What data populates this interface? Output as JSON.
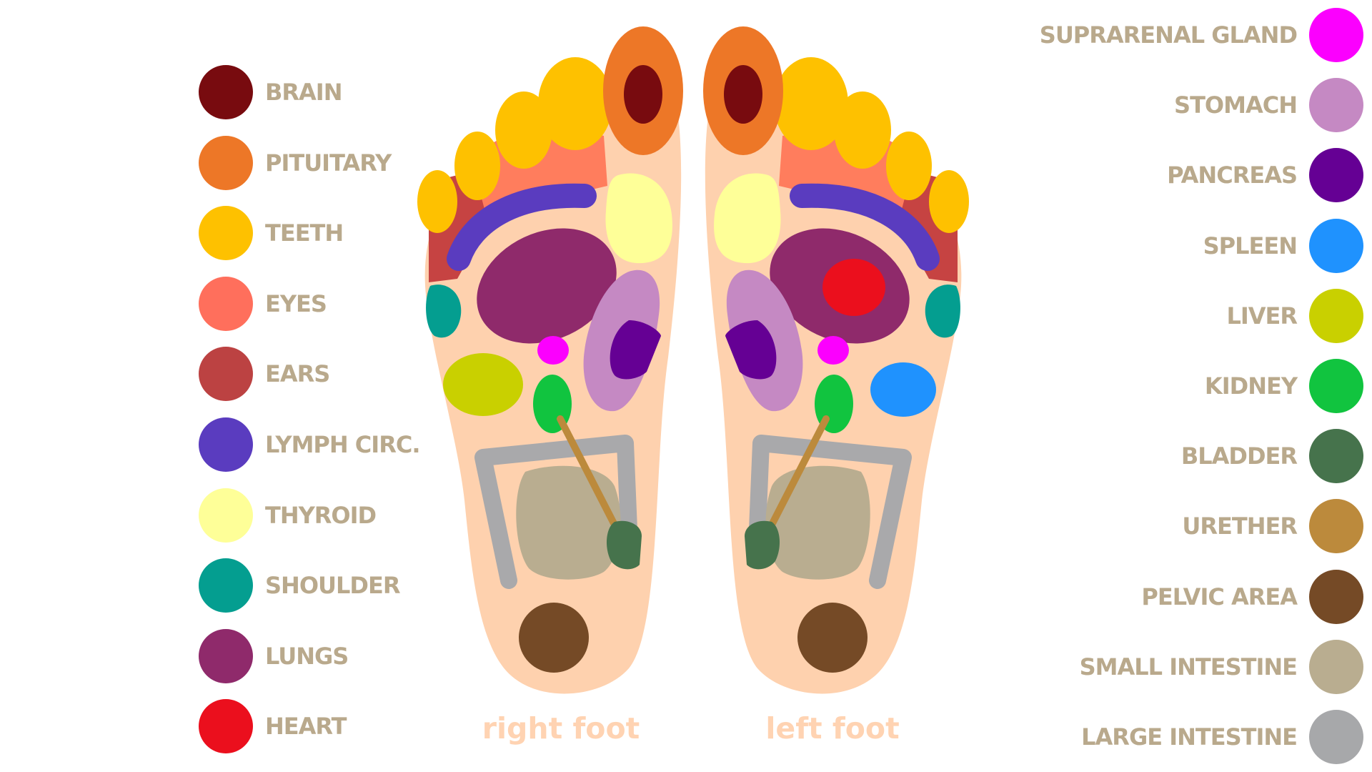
{
  "colors": {
    "skin": "#fed1ae",
    "label": "#b9a98c",
    "caption": "#ffd3b2",
    "toe_base": "#ff7d5d",
    "ear_edge": "#c64342",
    "spine_gray": "#a9a9ab"
  },
  "captions": {
    "right_foot": "right foot",
    "left_foot": "left foot"
  },
  "legend_left": [
    {
      "label": "BRAIN",
      "color": "#780b0f"
    },
    {
      "label": "PITUITARY",
      "color": "#ed7727"
    },
    {
      "label": "TEETH",
      "color": "#fec100"
    },
    {
      "label": "EYES",
      "color": "#ff6f5c"
    },
    {
      "label": "EARS",
      "color": "#bc4242"
    },
    {
      "label": "LYMPH CIRC.",
      "color": "#5a3cbf"
    },
    {
      "label": "THYROID",
      "color": "#feff98"
    },
    {
      "label": "SHOULDER",
      "color": "#049e90"
    },
    {
      "label": "LUNGS",
      "color": "#8f2a6b"
    },
    {
      "label": "HEART",
      "color": "#eb0f1d"
    }
  ],
  "legend_right": [
    {
      "label": "SUPRARENAL GLAND",
      "color": "#fb00fe"
    },
    {
      "label": "STOMACH",
      "color": "#c589c3"
    },
    {
      "label": "PANCREAS",
      "color": "#650094"
    },
    {
      "label": "SPLEEN",
      "color": "#1f92fe"
    },
    {
      "label": "LIVER",
      "color": "#c9d000"
    },
    {
      "label": "KIDNEY",
      "color": "#11c43f"
    },
    {
      "label": "BLADDER",
      "color": "#46734c"
    },
    {
      "label": "URETHER",
      "color": "#bc8a3c"
    },
    {
      "label": "PELVIC AREA",
      "color": "#754a26"
    },
    {
      "label": "SMALL INTESTINE",
      "color": "#b9ad90"
    },
    {
      "label": "LARGE INTESTINE",
      "color": "#a7a8aa"
    }
  ]
}
